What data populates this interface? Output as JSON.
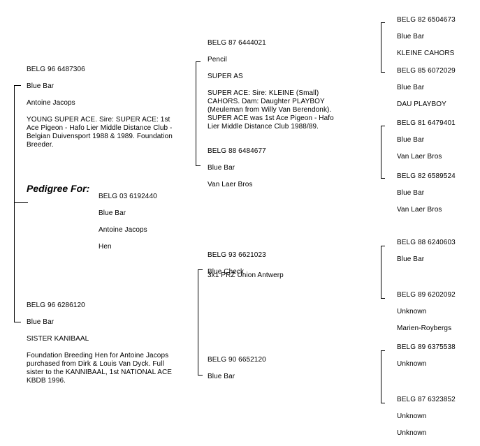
{
  "subject": {
    "label": "Pedigree For:",
    "ring": "BELG 03 6192440",
    "color": "Blue Bar",
    "owner": "Antoine Jacops",
    "sex": "Hen"
  },
  "sire": {
    "ring": "BELG 96 6487306",
    "color": "Blue Bar",
    "owner": "Antoine Jacops",
    "note": "YOUNG SUPER ACE. Sire: SUPER ACE: 1st\nAce  Pigeon - Hafo Lier Middle Distance Club -\nBelgian Duivensport 1988 & 1989. Foundation\nBreeder."
  },
  "dam": {
    "ring": "BELG 96 6286120",
    "color": "Blue Bar",
    "name": "SISTER KANIBAAL",
    "note": "Foundation Breeding Hen for Antoine Jacops\npurchased from Dirk & Louis Van Dyck.  Full\nsister to the KANNIBAAL, 1st NATIONAL ACE\nKBDB 1996."
  },
  "gen3": {
    "ss": {
      "ring": "BELG 87 6444021",
      "color": "Pencil",
      "name": "SUPER AS",
      "note": "SUPER ACE: Sire: KLEINE (Small)\nCAHORS. Dam: Daughter PLAYBOY\n(Meuleman from Willy Van Berendonk).\nSUPER ACE was 1st Ace  Pigeon - Hafo\nLier Middle Distance Club 1988/89."
    },
    "sd": {
      "ring": "BELG 88 6484677",
      "color": "Blue Bar",
      "owner": "Van Laer Bros"
    },
    "ds": {
      "ring": "BELG 93 6621023",
      "color": "Blue Check",
      "note": "3x1 PRZ Union Antwerp"
    },
    "dd": {
      "ring": "BELG 90 6652120",
      "color": "Blue Bar"
    }
  },
  "gen4": [
    {
      "ring": "BELG 82 6504673",
      "color": "Blue Bar",
      "extra": "KLEINE CAHORS"
    },
    {
      "ring": "BELG 85 6072029",
      "color": "Blue Bar",
      "extra": "DAU PLAYBOY"
    },
    {
      "ring": "BELG 81 6479401",
      "color": "Blue Bar",
      "extra": "Van Laer Bros"
    },
    {
      "ring": "BELG 82 6589524",
      "color": "Blue Bar",
      "extra": "Van Laer Bros"
    },
    {
      "ring": "BELG 88 6240603",
      "color": "Blue Bar",
      "extra": ""
    },
    {
      "ring": "BELG 89 6202092",
      "color": "Unknown",
      "extra": "Marien-Roybergs"
    },
    {
      "ring": "BELG 89 6375538",
      "color": "Unknown",
      "extra": ""
    },
    {
      "ring": "BELG 87 6323852",
      "color": "Unknown",
      "extra": "Unknown"
    }
  ]
}
